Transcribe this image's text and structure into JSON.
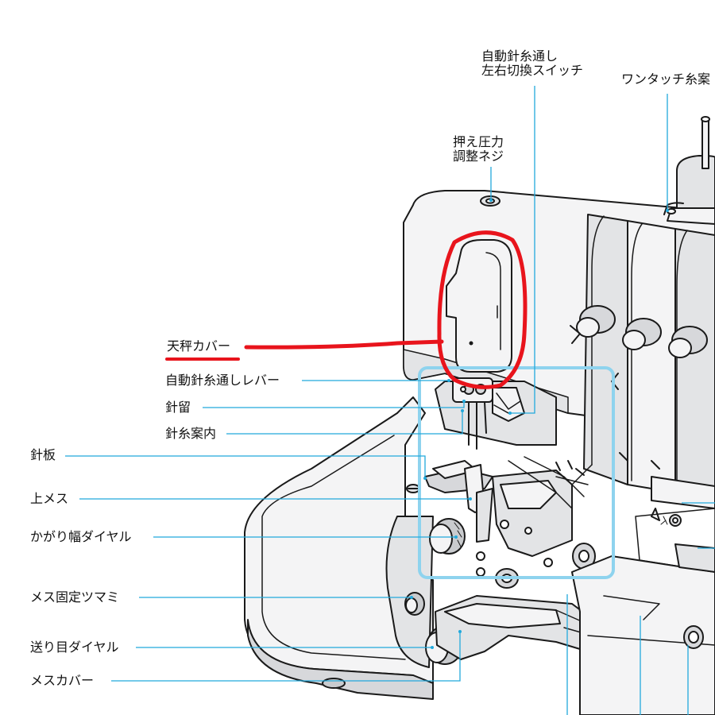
{
  "labels": {
    "auto_threader_switch": {
      "line1": "自動針糸通し",
      "line2": "左右切換スイッチ"
    },
    "one_touch_thread": "ワンタッチ糸案",
    "pressure_screw": {
      "line1": "押え圧力",
      "line2": "調整ネジ"
    },
    "take_up_cover": "天秤カバー",
    "auto_threader_lever": "自動針糸通しレバー",
    "needle_clamp": "針留",
    "needle_thread_guide": "針糸案内",
    "needle_plate": "針板",
    "upper_knife": "上メス",
    "stitch_width_dial": "かがり幅ダイヤル",
    "knife_lock_knob": "メス固定ツマミ",
    "stitch_length_dial": "送り目ダイヤル",
    "knife_cover": "メスカバー"
  },
  "colors": {
    "leader": "#22a9dc",
    "highlight_box": "#8ed3ee",
    "annotation": "#e8141c",
    "outline": "#1a1a1a",
    "fill_light": "#f4f4f5",
    "fill_mid": "#e3e4e6",
    "fill_dark": "#c9cbce"
  }
}
